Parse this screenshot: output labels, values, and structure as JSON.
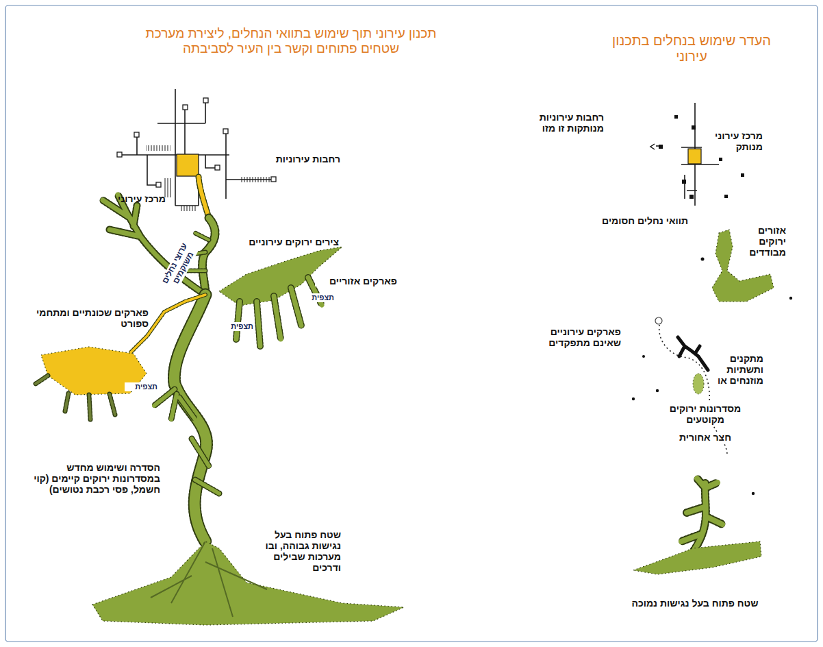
{
  "diagram": {
    "labels": [
      "העדר שימוש בנחלים בתכנון עירוני",
      "רחבות עירוניות מנותקות זו מזו",
      "מרכז עירוני מנותק",
      "תוואי נחלים חסומים",
      "אזורים ירוקים מבודדים",
      "פארקים עירוניים שאינם מתפקדים",
      "מתקנים ותשתיות מוזנחים או",
      "מסדרונות ירוקים מקוטעים",
      "חצר אחורית",
      "שטח פתוח בעל נגישות נמוכה",
      "תכנון עירוני תוך שימוש בתוואי הנחלים, ליצירת מערכת שטחים פתוחים וקשר בין העיר לסביבתה",
      "רחבות עירוניות",
      "מרכז עירוני",
      "צירים ירוקים עירוניים",
      "פארקים אזוריים",
      "תצפית",
      "ערוצי נחלים משוקמים",
      "תצפית",
      "פארקים שכונתיים ומתחמי ספורט",
      "תצפית",
      "הסדרה ושימוש מחדש במסדרונות ירוקים קיימים (קוי חשמל, פסי רכבת נטושים)",
      "שטח פתוח בעל נגישות גבוהה, ובו מערכות שבילים ודרכים"
    ]
  }
}
